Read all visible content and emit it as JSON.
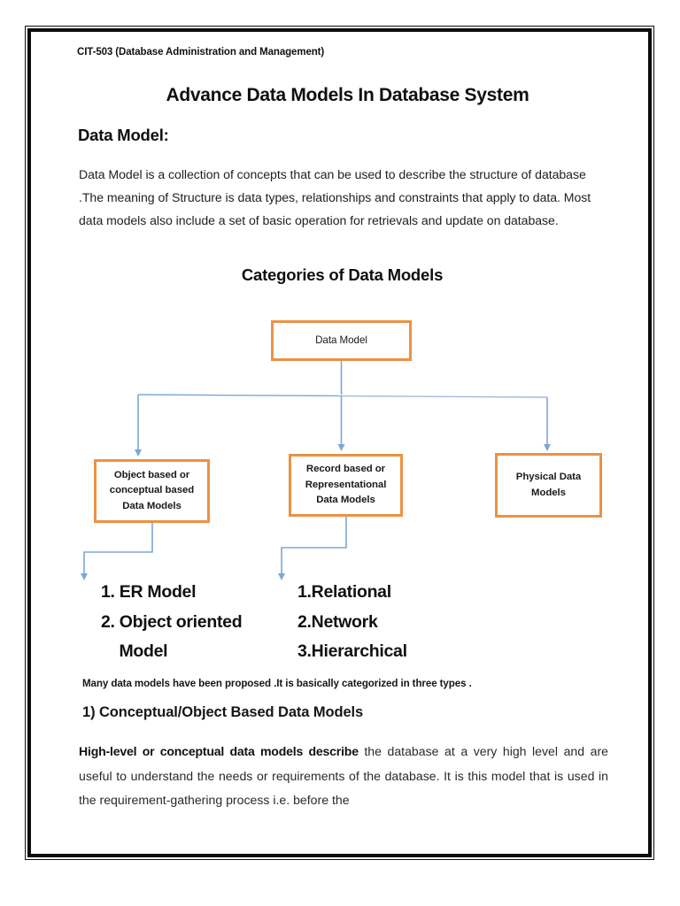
{
  "document": {
    "course_code": "CIT-503 (Database Administration and Management)",
    "title": "Advance Data Models In Database System",
    "heading_data_model": "Data Model:",
    "paragraph_1": "Data Model is a collection of concepts that can be used to describe the structure of database .The meaning of Structure is data types, relationships and constraints that apply to data. Most data models also include a set of basic operation for retrievals and update on database.",
    "note_line": "Many data models have been proposed .It is basically categorized in three types .",
    "heading_conceptual": "1) Conceptual/Object Based Data Models",
    "paragraph_2_lead": "High-level or conceptual data models describe",
    "paragraph_2_rest": " the database at a very high level and are useful to understand the needs or requirements of the database. It is this model that is used in the requirement-gathering process i.e. before the"
  },
  "diagram": {
    "title": "Categories of Data Models",
    "colors": {
      "node_border": "#ED9143",
      "connector": "#7BA7D7",
      "node_fill": "#FFFFFF"
    },
    "nodes": {
      "root": "Data Model",
      "object_based": "Object based or\nconceptual based\nData Models",
      "record_based": "Record based or\nRepresentational\nData Models",
      "physical": "Physical Data\nModels"
    },
    "lists": {
      "object_based_items": "1. ER Model\n2. Object oriented\n    Model",
      "record_based_items": "1.Relational\n2.Network\n3.Hierarchical"
    }
  }
}
